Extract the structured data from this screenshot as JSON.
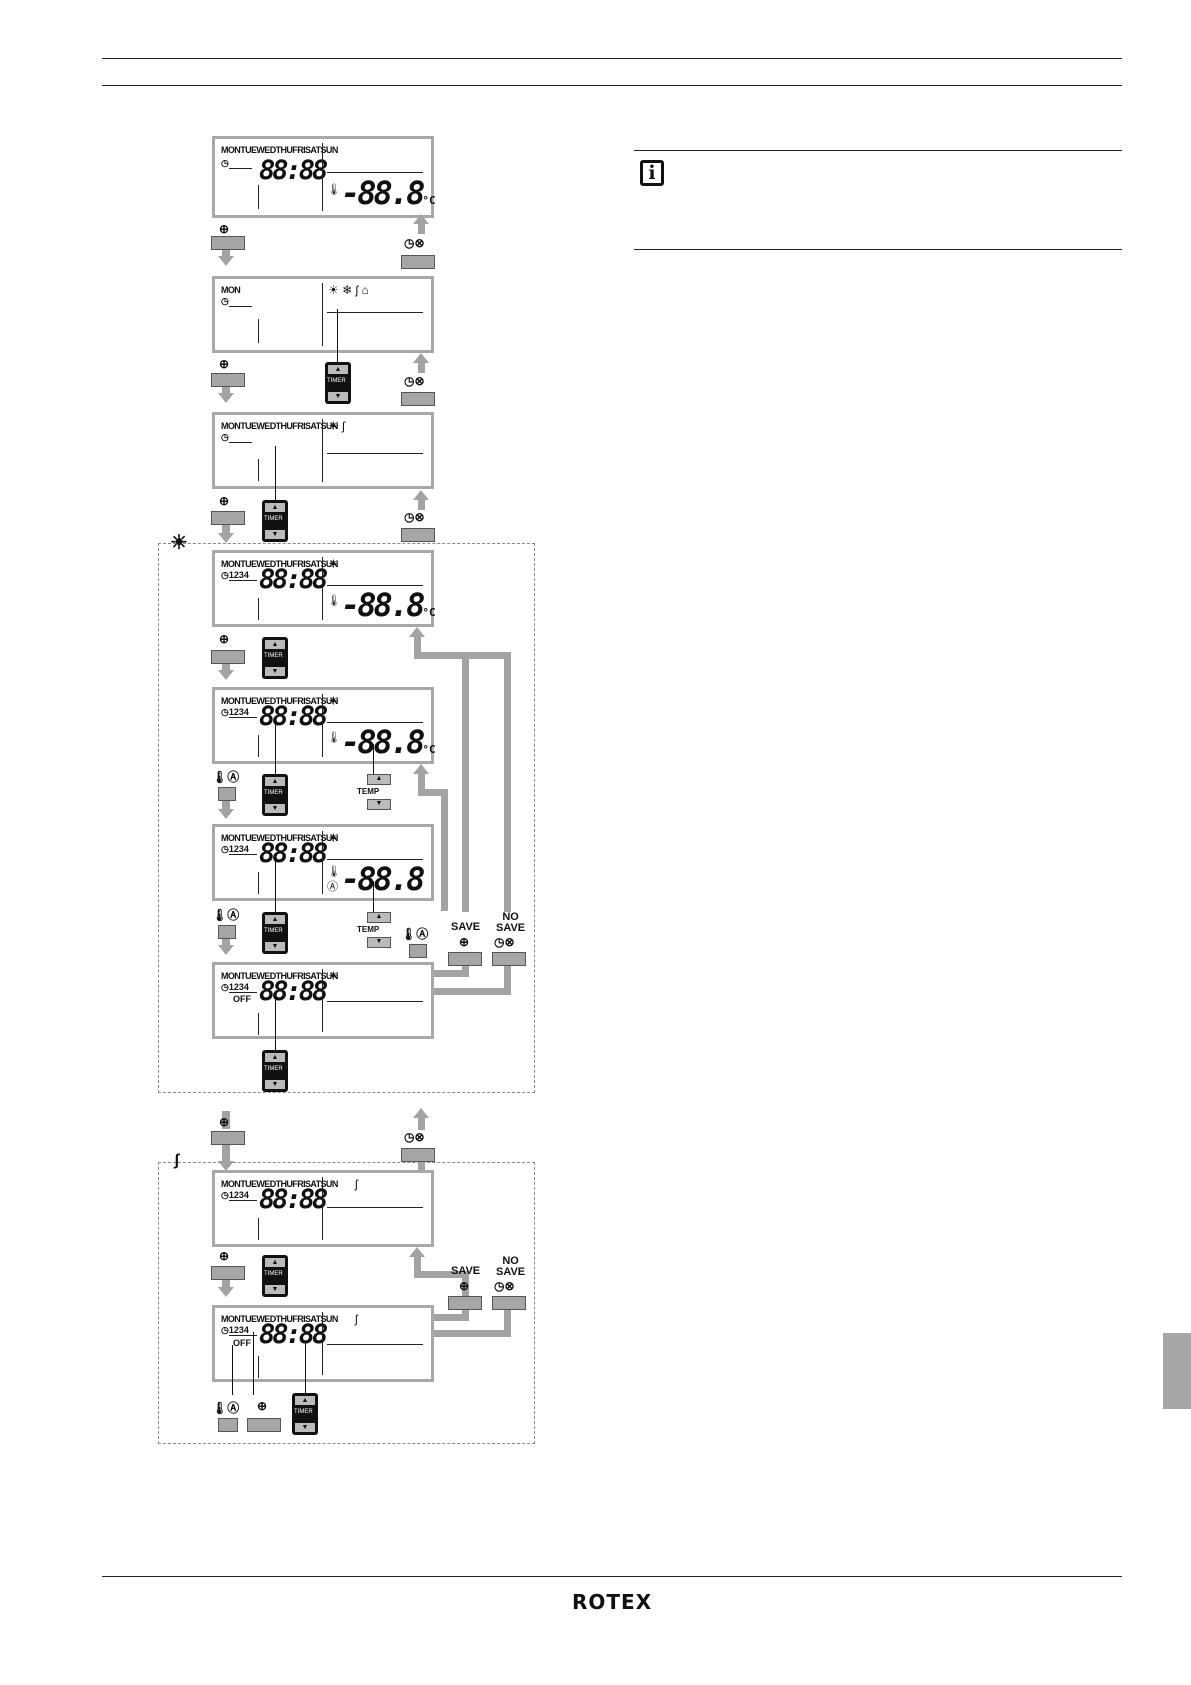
{
  "logo": "ROTEX",
  "lcd": {
    "days_full": "MONTUEWEDTHUFRISATSUN",
    "day_mon": "MON",
    "time": "88:88",
    "temp": "-88.8",
    "temp_unit": "°C",
    "schedule": "1234",
    "off": "OFF"
  },
  "buttons": {
    "save": "SAVE",
    "no_save_1": "NO",
    "no_save_2": "SAVE",
    "timer": "TIMER",
    "temp": "TEMP"
  }
}
